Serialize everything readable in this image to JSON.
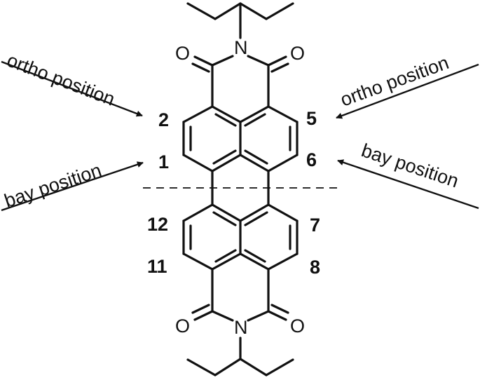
{
  "diagram": {
    "atoms": {
      "nitrogen_top": "N",
      "nitrogen_bottom": "N",
      "oxygen_top_left": "O",
      "oxygen_top_right": "O",
      "oxygen_bottom_left": "O",
      "oxygen_bottom_right": "O"
    },
    "position_numbers": {
      "n1": "1",
      "n2": "2",
      "n5": "5",
      "n6": "6",
      "n7": "7",
      "n8": "8",
      "n11": "11",
      "n12": "12"
    },
    "labels": {
      "ortho_left": "ortho position",
      "ortho_right": "ortho position",
      "bay_left": "bay position",
      "bay_right": "bay position"
    }
  }
}
